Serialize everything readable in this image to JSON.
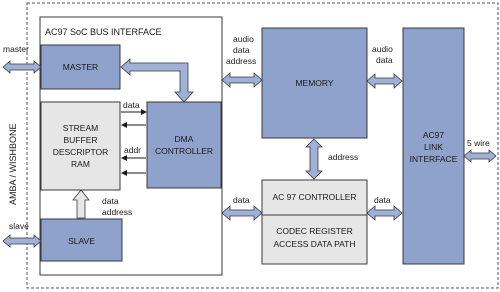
{
  "diagram": {
    "soc_title": "AC97 SoC BUS INTERFACE",
    "bus_label": "AMBA / WISHBONE",
    "blocks": {
      "master": "MASTER",
      "stream_buffer": [
        "STREAM",
        "BUFFER",
        "DESCRIPTOR",
        "RAM"
      ],
      "dma": [
        "DMA",
        "CONTROLLER"
      ],
      "slave": "SLAVE",
      "memory": "MEMORY",
      "ac97_controller": "AC 97 CONTROLLER",
      "codec_register": [
        "CODEC REGISTER",
        "ACCESS DATA PATH"
      ],
      "link_interface": [
        "AC97",
        "LINK",
        "INTERFACE"
      ]
    },
    "labels": {
      "master_port": "master",
      "slave_port": "slave",
      "data_sbr": "data",
      "addr_sbr": "addr",
      "data_address_slave": [
        "data",
        "address"
      ],
      "audio_data_address": [
        "audio",
        "data",
        "address"
      ],
      "audio_data_link": [
        "audio",
        "data"
      ],
      "address_mem": "address",
      "data_left_ctrl": "data",
      "data_right_ctrl": "data",
      "five_wire": "5 wire"
    },
    "colors": {
      "block_blue": "#8fa2cb",
      "block_gray": "#e6e6e6",
      "arrow_fill": "#9fb1d7",
      "outline": "#3a3a3a"
    }
  }
}
